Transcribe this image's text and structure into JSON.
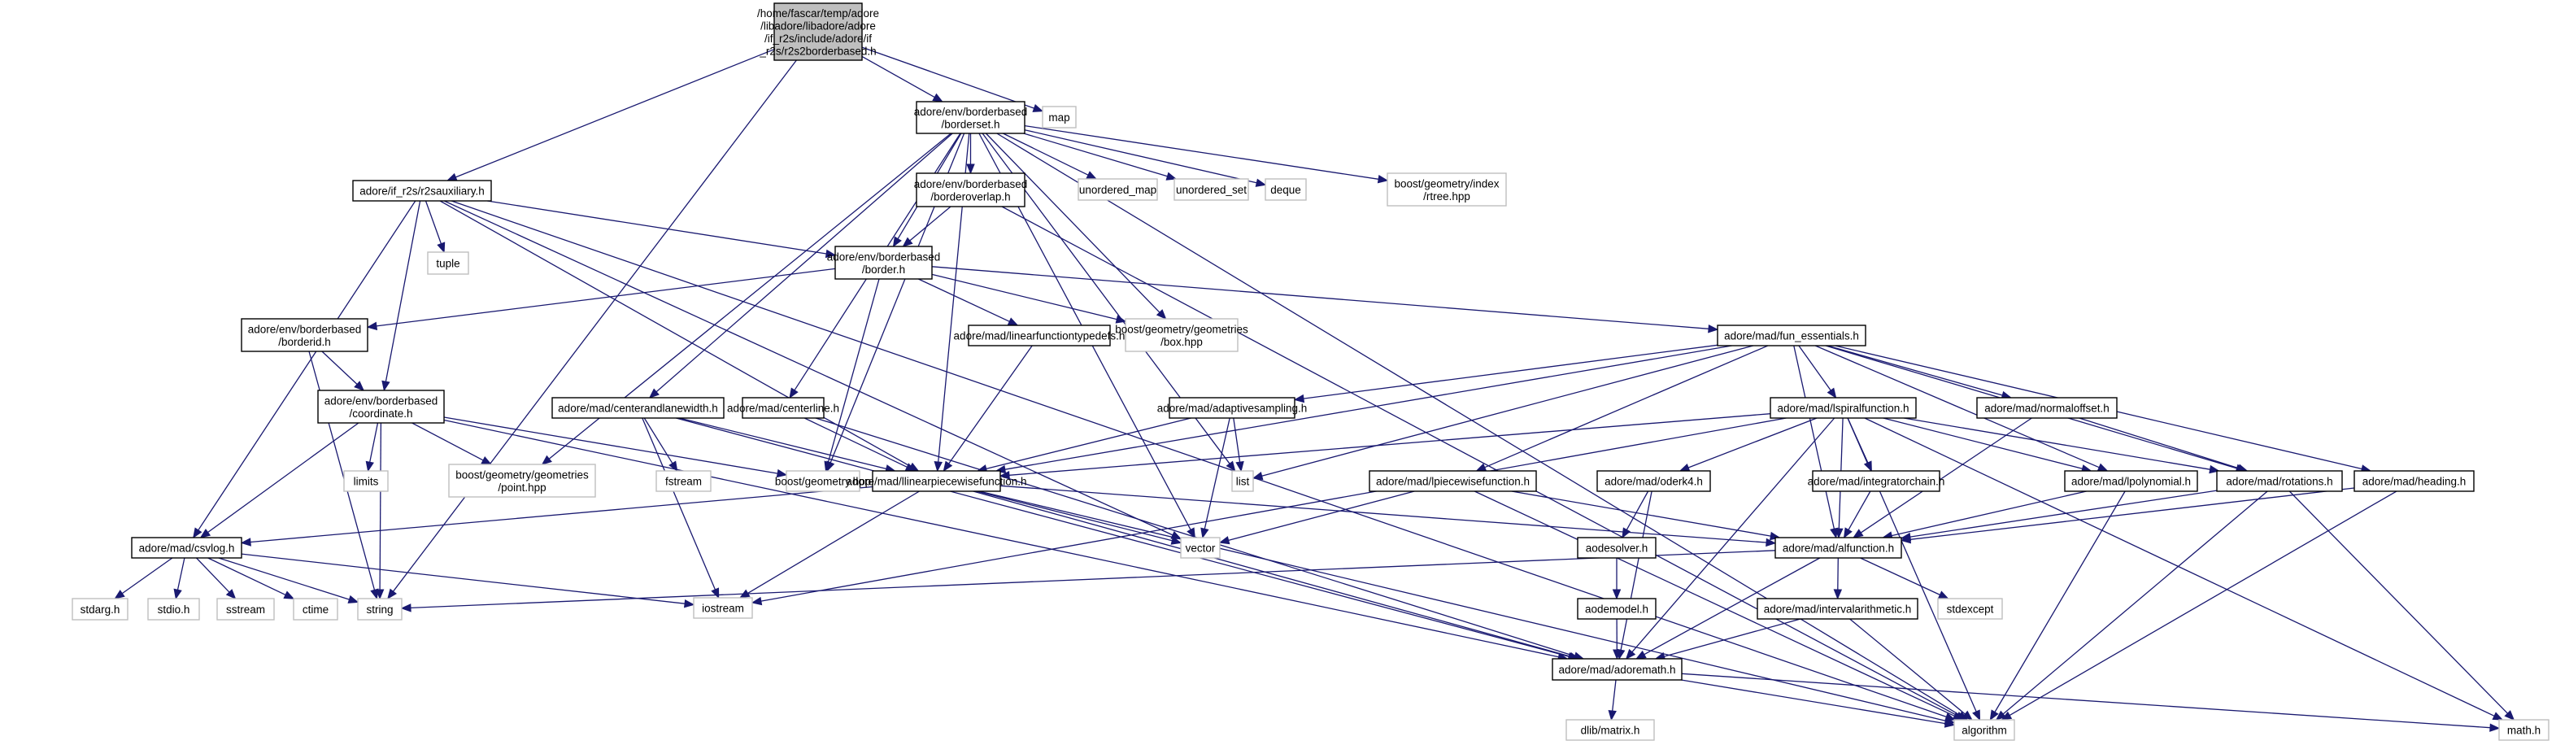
{
  "diagram": {
    "title": "Include dependency graph for r2s2borderbased.h",
    "colors": {
      "edge": "#191970",
      "root_fill": "#bfbfbf",
      "internal_border": "#000000",
      "external_border": "#bfbfbf"
    },
    "nodes": [
      {
        "id": "root",
        "kind": "root",
        "lines": [
          "/home/fascar/temp/adore",
          "/libadore/libadore/adore",
          "/if_r2s/include/adore/if",
          "_r2s/r2s2borderbased.h"
        ]
      },
      {
        "id": "borderset",
        "kind": "internal",
        "lines": [
          "adore/env/borderbased",
          "/borderset.h"
        ]
      },
      {
        "id": "map",
        "kind": "external",
        "lines": [
          "map"
        ]
      },
      {
        "id": "r2saux",
        "kind": "internal",
        "lines": [
          "adore/if_r2s/r2sauxiliary.h"
        ]
      },
      {
        "id": "borderoverlap",
        "kind": "internal",
        "lines": [
          "adore/env/borderbased",
          "/borderoverlap.h"
        ]
      },
      {
        "id": "unordered_map",
        "kind": "external",
        "lines": [
          "unordered_map"
        ]
      },
      {
        "id": "unordered_set",
        "kind": "external",
        "lines": [
          "unordered_set"
        ]
      },
      {
        "id": "deque",
        "kind": "external",
        "lines": [
          "deque"
        ]
      },
      {
        "id": "rtree",
        "kind": "external",
        "lines": [
          "boost/geometry/index",
          "/rtree.hpp"
        ]
      },
      {
        "id": "tuple",
        "kind": "external",
        "lines": [
          "tuple"
        ]
      },
      {
        "id": "border",
        "kind": "internal",
        "lines": [
          "adore/env/borderbased",
          "/border.h"
        ]
      },
      {
        "id": "borderid",
        "kind": "internal",
        "lines": [
          "adore/env/borderbased",
          "/borderid.h"
        ]
      },
      {
        "id": "lftypedefs",
        "kind": "internal",
        "lines": [
          "adore/mad/linearfunctiontypedefs.h"
        ]
      },
      {
        "id": "box",
        "kind": "external",
        "lines": [
          "boost/geometry/geometries",
          "/box.hpp"
        ]
      },
      {
        "id": "funess",
        "kind": "internal",
        "lines": [
          "adore/mad/fun_essentials.h"
        ]
      },
      {
        "id": "coordinate",
        "kind": "internal",
        "lines": [
          "adore/env/borderbased",
          "/coordinate.h"
        ]
      },
      {
        "id": "centerlane",
        "kind": "internal",
        "lines": [
          "adore/mad/centerandlanewidth.h"
        ]
      },
      {
        "id": "centerline",
        "kind": "internal",
        "lines": [
          "adore/mad/centerline.h"
        ]
      },
      {
        "id": "adaptive",
        "kind": "internal",
        "lines": [
          "adore/mad/adaptivesampling.h"
        ]
      },
      {
        "id": "lspiral",
        "kind": "internal",
        "lines": [
          "adore/mad/lspiralfunction.h"
        ]
      },
      {
        "id": "normaloffset",
        "kind": "internal",
        "lines": [
          "adore/mad/normaloffset.h"
        ]
      },
      {
        "id": "limits",
        "kind": "external",
        "lines": [
          "limits"
        ]
      },
      {
        "id": "point",
        "kind": "external",
        "lines": [
          "boost/geometry/geometries",
          "/point.hpp"
        ]
      },
      {
        "id": "fstream",
        "kind": "external",
        "lines": [
          "fstream"
        ]
      },
      {
        "id": "bgeom",
        "kind": "external",
        "lines": [
          "boost/geometry.hpp"
        ]
      },
      {
        "id": "llpw",
        "kind": "internal",
        "lines": [
          "adore/mad/llinearpiecewisefunction.h"
        ]
      },
      {
        "id": "list",
        "kind": "external",
        "lines": [
          "list"
        ]
      },
      {
        "id": "lpw",
        "kind": "internal",
        "lines": [
          "adore/mad/lpiecewisefunction.h"
        ]
      },
      {
        "id": "oderk4",
        "kind": "internal",
        "lines": [
          "adore/mad/oderk4.h"
        ]
      },
      {
        "id": "integ",
        "kind": "internal",
        "lines": [
          "adore/mad/integratorchain.h"
        ]
      },
      {
        "id": "lpoly",
        "kind": "internal",
        "lines": [
          "adore/mad/lpolynomial.h"
        ]
      },
      {
        "id": "rotations",
        "kind": "internal",
        "lines": [
          "adore/mad/rotations.h"
        ]
      },
      {
        "id": "heading",
        "kind": "internal",
        "lines": [
          "adore/mad/heading.h"
        ]
      },
      {
        "id": "csvlog",
        "kind": "internal",
        "lines": [
          "adore/mad/csvlog.h"
        ]
      },
      {
        "id": "vector",
        "kind": "external",
        "lines": [
          "vector"
        ]
      },
      {
        "id": "aodesolver",
        "kind": "internal",
        "lines": [
          "aodesolver.h"
        ]
      },
      {
        "id": "alfunction",
        "kind": "internal",
        "lines": [
          "adore/mad/alfunction.h"
        ]
      },
      {
        "id": "stdarg",
        "kind": "external",
        "lines": [
          "stdarg.h"
        ]
      },
      {
        "id": "stdio",
        "kind": "external",
        "lines": [
          "stdio.h"
        ]
      },
      {
        "id": "sstream",
        "kind": "external",
        "lines": [
          "sstream"
        ]
      },
      {
        "id": "ctime",
        "kind": "external",
        "lines": [
          "ctime"
        ]
      },
      {
        "id": "string",
        "kind": "external",
        "lines": [
          "string"
        ]
      },
      {
        "id": "iostream",
        "kind": "external",
        "lines": [
          "iostream"
        ]
      },
      {
        "id": "aodemodel",
        "kind": "internal",
        "lines": [
          "aodemodel.h"
        ]
      },
      {
        "id": "interval",
        "kind": "internal",
        "lines": [
          "adore/mad/intervalarithmetic.h"
        ]
      },
      {
        "id": "stdexcept",
        "kind": "external",
        "lines": [
          "stdexcept"
        ]
      },
      {
        "id": "adoremath",
        "kind": "internal",
        "lines": [
          "adore/mad/adoremath.h"
        ]
      },
      {
        "id": "dlib",
        "kind": "external",
        "lines": [
          "dlib/matrix.h"
        ]
      },
      {
        "id": "algorithm",
        "kind": "external",
        "lines": [
          "algorithm"
        ]
      },
      {
        "id": "mathh",
        "kind": "external",
        "lines": [
          "math.h"
        ]
      }
    ],
    "edges": [
      [
        "root",
        "borderset"
      ],
      [
        "root",
        "map"
      ],
      [
        "root",
        "r2saux"
      ],
      [
        "root",
        "string"
      ],
      [
        "borderset",
        "borderoverlap"
      ],
      [
        "borderset",
        "border"
      ],
      [
        "borderset",
        "unordered_map"
      ],
      [
        "borderset",
        "unordered_set"
      ],
      [
        "borderset",
        "deque"
      ],
      [
        "borderset",
        "rtree"
      ],
      [
        "borderset",
        "box"
      ],
      [
        "borderset",
        "point"
      ],
      [
        "borderset",
        "bgeom"
      ],
      [
        "borderset",
        "centerlane"
      ],
      [
        "borderset",
        "centerline"
      ],
      [
        "borderset",
        "llpw"
      ],
      [
        "borderset",
        "list"
      ],
      [
        "borderset",
        "vector"
      ],
      [
        "borderset",
        "algorithm"
      ],
      [
        "borderoverlap",
        "border"
      ],
      [
        "borderoverlap",
        "algorithm"
      ],
      [
        "r2saux",
        "tuple"
      ],
      [
        "r2saux",
        "border"
      ],
      [
        "r2saux",
        "coordinate"
      ],
      [
        "r2saux",
        "csvlog"
      ],
      [
        "r2saux",
        "llpw"
      ],
      [
        "r2saux",
        "vector"
      ],
      [
        "r2saux",
        "algorithm"
      ],
      [
        "border",
        "borderid"
      ],
      [
        "border",
        "lftypedefs"
      ],
      [
        "border",
        "box"
      ],
      [
        "border",
        "funess"
      ],
      [
        "border",
        "bgeom"
      ],
      [
        "borderid",
        "coordinate"
      ],
      [
        "borderid",
        "string"
      ],
      [
        "coordinate",
        "limits"
      ],
      [
        "coordinate",
        "point"
      ],
      [
        "coordinate",
        "bgeom"
      ],
      [
        "coordinate",
        "csvlog"
      ],
      [
        "coordinate",
        "string"
      ],
      [
        "coordinate",
        "adoremath"
      ],
      [
        "lftypedefs",
        "llpw"
      ],
      [
        "funess",
        "lspiral"
      ],
      [
        "funess",
        "normaloffset"
      ],
      [
        "funess",
        "adaptive"
      ],
      [
        "funess",
        "llpw"
      ],
      [
        "funess",
        "lpw"
      ],
      [
        "funess",
        "alfunction"
      ],
      [
        "funess",
        "rotations"
      ],
      [
        "funess",
        "heading"
      ],
      [
        "funess",
        "lpoly"
      ],
      [
        "funess",
        "list"
      ],
      [
        "centerlane",
        "llpw"
      ],
      [
        "centerlane",
        "fstream"
      ],
      [
        "centerlane",
        "iostream"
      ],
      [
        "centerlane",
        "adoremath"
      ],
      [
        "centerline",
        "llpw"
      ],
      [
        "centerline",
        "adoremath"
      ],
      [
        "adaptive",
        "llpw"
      ],
      [
        "adaptive",
        "list"
      ],
      [
        "adaptive",
        "vector"
      ],
      [
        "lspiral",
        "llpw"
      ],
      [
        "lspiral",
        "oderk4"
      ],
      [
        "lspiral",
        "integ"
      ],
      [
        "lspiral",
        "lpoly"
      ],
      [
        "lspiral",
        "rotations"
      ],
      [
        "lspiral",
        "alfunction"
      ],
      [
        "lspiral",
        "adoremath"
      ],
      [
        "lspiral",
        "algorithm"
      ],
      [
        "lspiral",
        "mathh"
      ],
      [
        "lspiral",
        "iostream"
      ],
      [
        "normaloffset",
        "alfunction"
      ],
      [
        "normaloffset",
        "rotations"
      ],
      [
        "llpw",
        "csvlog"
      ],
      [
        "llpw",
        "alfunction"
      ],
      [
        "llpw",
        "vector"
      ],
      [
        "llpw",
        "iostream"
      ],
      [
        "llpw",
        "adoremath"
      ],
      [
        "llpw",
        "algorithm"
      ],
      [
        "lpw",
        "alfunction"
      ],
      [
        "lpw",
        "vector"
      ],
      [
        "lpw",
        "algorithm"
      ],
      [
        "oderk4",
        "aodesolver"
      ],
      [
        "oderk4",
        "adoremath"
      ],
      [
        "aodesolver",
        "aodemodel"
      ],
      [
        "aodemodel",
        "adoremath"
      ],
      [
        "integ",
        "alfunction"
      ],
      [
        "lpoly",
        "alfunction"
      ],
      [
        "lpoly",
        "algorithm"
      ],
      [
        "rotations",
        "alfunction"
      ],
      [
        "rotations",
        "algorithm"
      ],
      [
        "rotations",
        "mathh"
      ],
      [
        "heading",
        "alfunction"
      ],
      [
        "heading",
        "algorithm"
      ],
      [
        "csvlog",
        "stdarg"
      ],
      [
        "csvlog",
        "stdio"
      ],
      [
        "csvlog",
        "sstream"
      ],
      [
        "csvlog",
        "ctime"
      ],
      [
        "csvlog",
        "string"
      ],
      [
        "csvlog",
        "iostream"
      ],
      [
        "alfunction",
        "string"
      ],
      [
        "alfunction",
        "interval"
      ],
      [
        "alfunction",
        "stdexcept"
      ],
      [
        "alfunction",
        "adoremath"
      ],
      [
        "interval",
        "adoremath"
      ],
      [
        "interval",
        "algorithm"
      ],
      [
        "adoremath",
        "dlib"
      ],
      [
        "adoremath",
        "algorithm"
      ],
      [
        "adoremath",
        "mathh"
      ]
    ]
  }
}
